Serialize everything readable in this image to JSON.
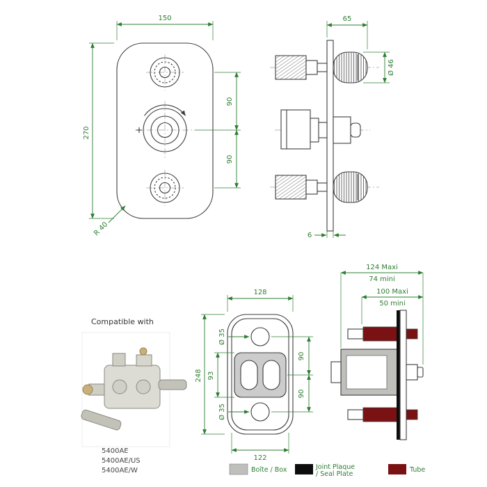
{
  "views": {
    "front": {
      "width": "150",
      "height": "270",
      "upper_spacing": "90",
      "lower_spacing": "90",
      "corner_radius": "R 40"
    },
    "side": {
      "projection": "65",
      "knob_diameter": "Ø 46",
      "plate_thickness": "6"
    },
    "box": {
      "outer_width": "128",
      "inner_width": "122",
      "height": "248",
      "seal_plate_height": "93",
      "top_hole_diameter": "Ø 35",
      "bottom_hole_diameter": "Ø 35",
      "upper_spacing": "90",
      "lower_spacing": "90"
    },
    "section": {
      "overall_depth_max": "124 Maxi",
      "overall_depth_min": "74 mini",
      "box_depth_max": "100 Maxi",
      "box_depth_min": "50 mini"
    }
  },
  "compatible": {
    "title": "Compatible with",
    "models": [
      "5400AE",
      "5400AE/US",
      "5400AE/W"
    ]
  },
  "legend": {
    "box_label": "Boîte / Box",
    "seal_plate_label_line1": "Joint Plaque",
    "seal_plate_label_line2": "/ Seal Plate",
    "tube_label": "Tube",
    "box_color": "#bfbfbc",
    "seal_plate_color": "#0d0d0d",
    "tube_color": "#7a1113",
    "label_color": "#2e7d32"
  }
}
